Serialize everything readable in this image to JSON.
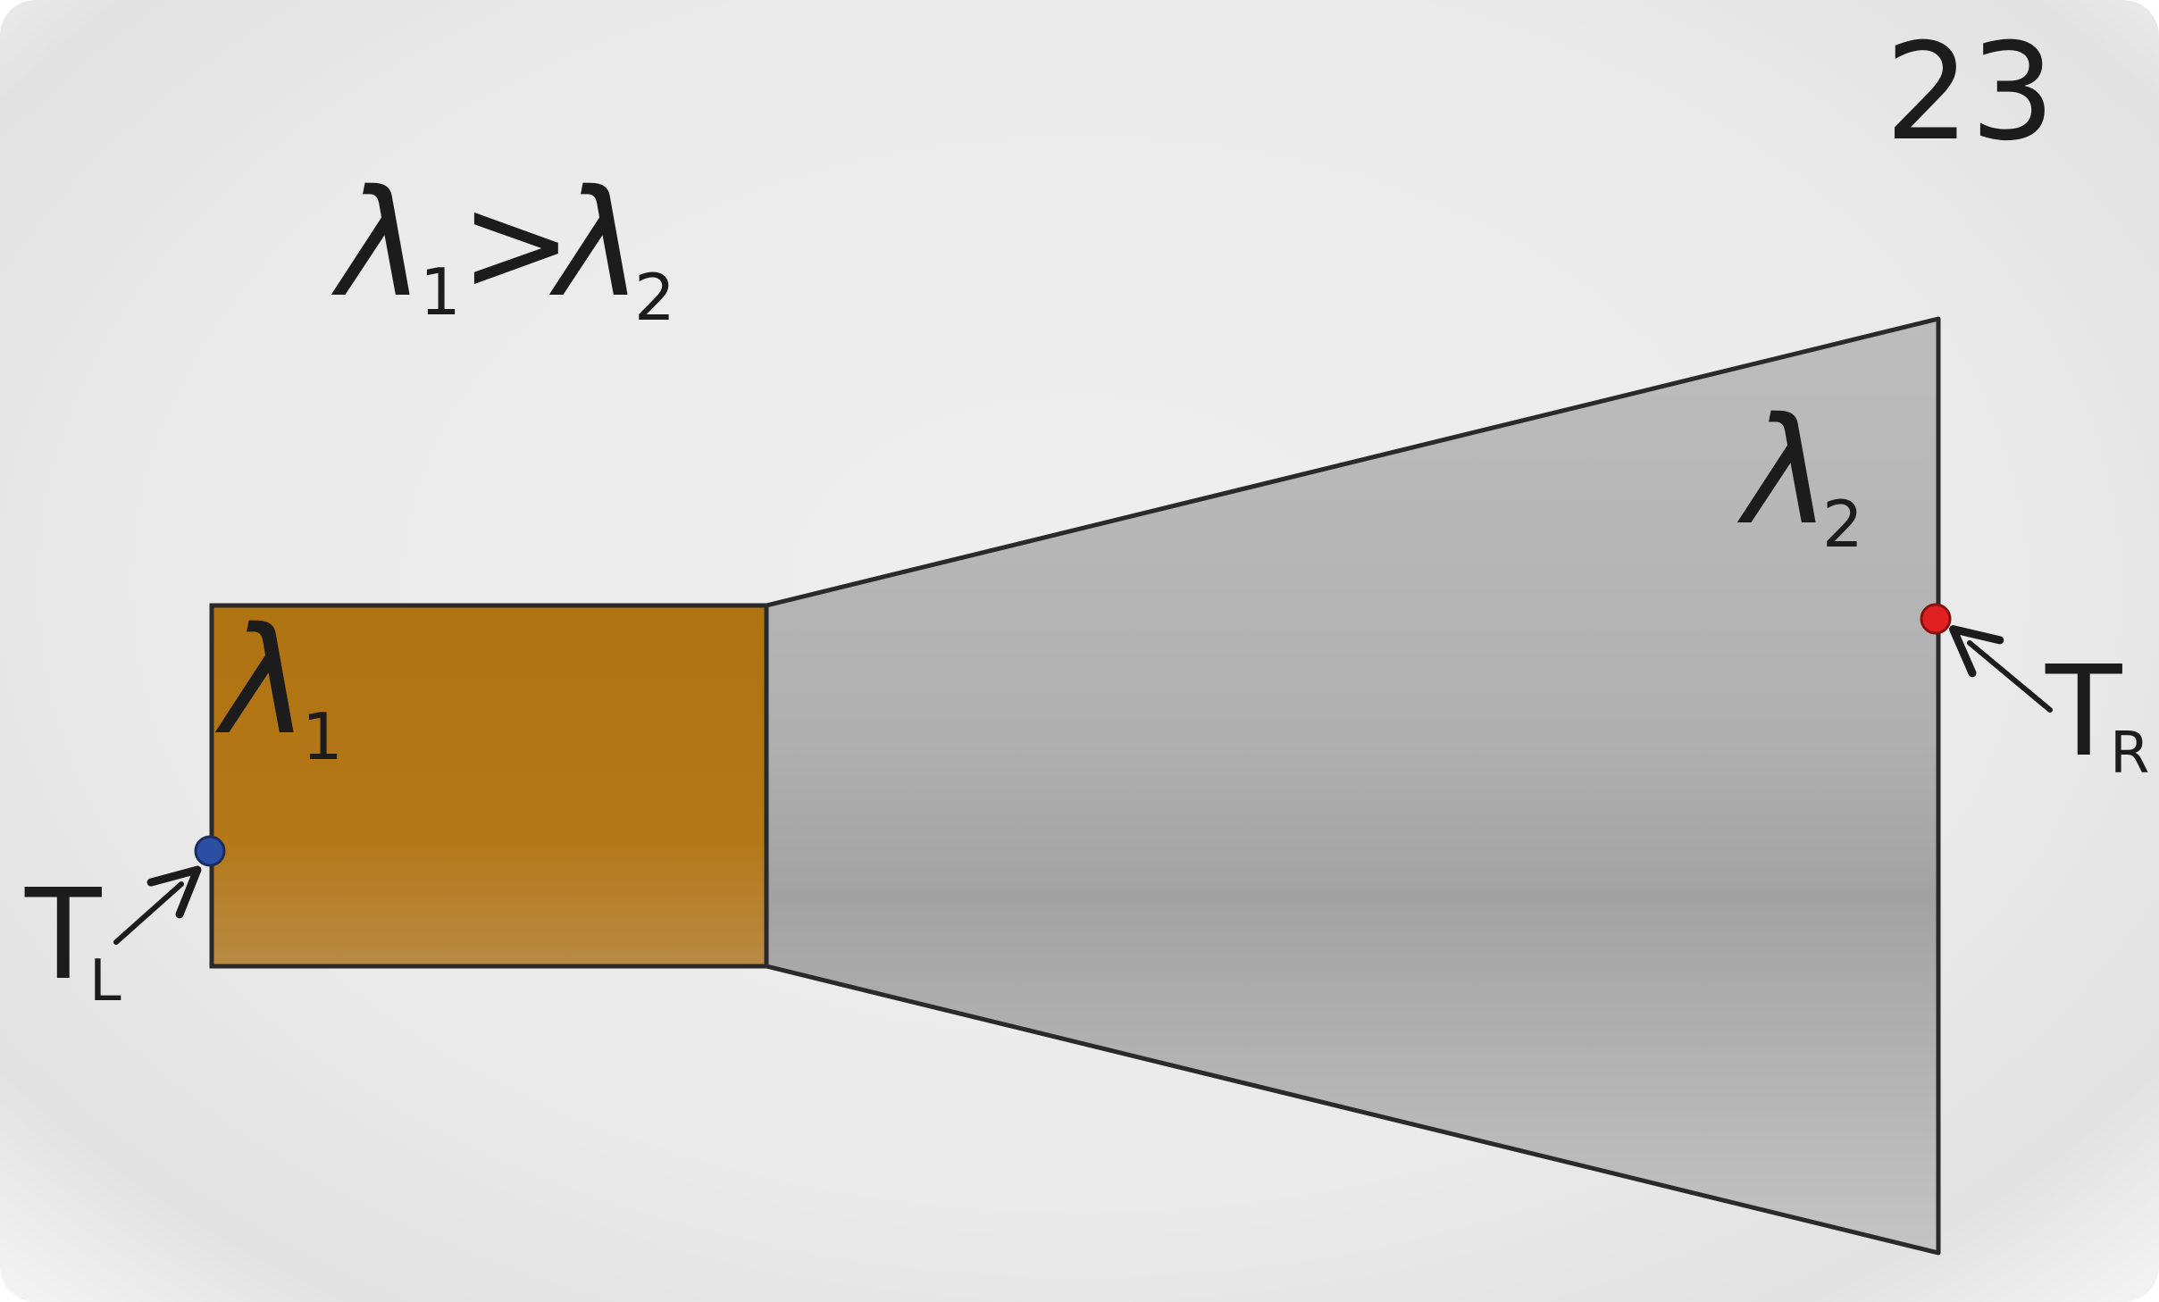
{
  "slide": {
    "number": "23"
  },
  "relation": {
    "left_symbol": "λ",
    "left_sub": "1",
    "operator": ">",
    "right_symbol": "λ",
    "right_sub": "2"
  },
  "regions": {
    "rect": {
      "symbol": "λ",
      "sub": "1",
      "color": "#b07312"
    },
    "trap": {
      "symbol": "λ",
      "sub": "2",
      "color": "#aaaaaa"
    }
  },
  "boundaries": {
    "left": {
      "symbol": "T",
      "sub": "L",
      "dot_color": "#2b4fa3"
    },
    "right": {
      "symbol": "T",
      "sub": "R",
      "dot_color": "#e02020"
    }
  }
}
